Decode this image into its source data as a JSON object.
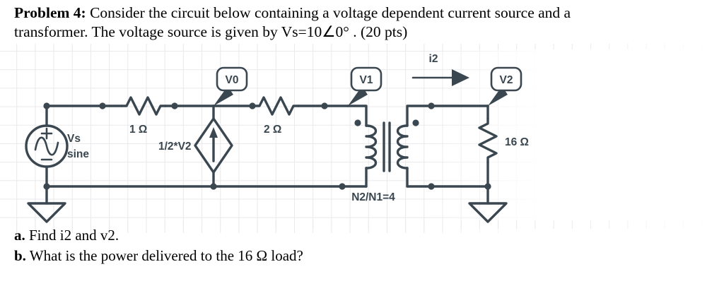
{
  "problem": {
    "label": "Problem 4:",
    "line1_rest": " Consider the circuit below containing a voltage dependent current source and a",
    "line2": "transformer. The voltage source is given by Vs=10∠0° . (20 pts)"
  },
  "questions": [
    {
      "label": "a.",
      "text": " Find i2 and v2."
    },
    {
      "label": "b.",
      "text": " What is the power delivered to the 16 Ω load?"
    }
  ],
  "circuit": {
    "source": {
      "name": "Vs",
      "type": "sine",
      "plus": "+",
      "minus": "–"
    },
    "resistors": {
      "r1": "1 Ω",
      "r2": "2 Ω",
      "rload": "16 Ω"
    },
    "dependent_source": {
      "expression": "1/2*V2"
    },
    "transformer": {
      "ratio": "N2/N1=4"
    },
    "current_label": "i2",
    "node_labels": {
      "v0": "V0",
      "v1": "V1",
      "v2": "V2"
    }
  },
  "colors": {
    "wire": "#3a4750",
    "grid": "#e9e9ec",
    "text": "#000000",
    "page": "#ffffff"
  }
}
